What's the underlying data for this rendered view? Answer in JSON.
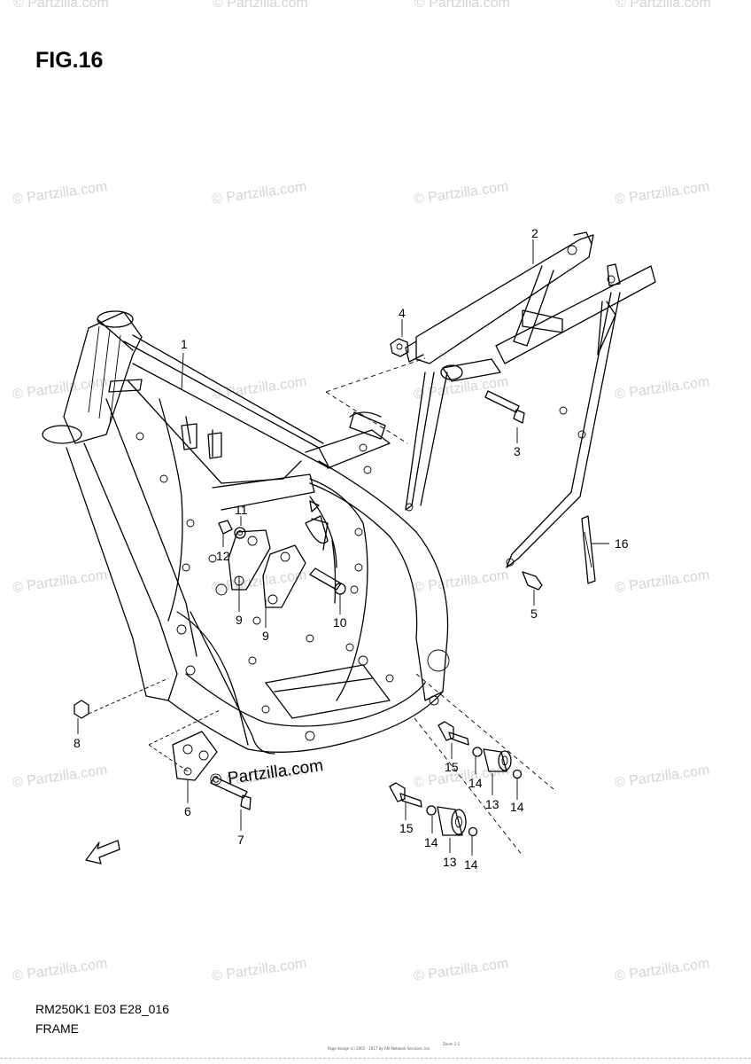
{
  "figure": {
    "title": "FIG.16",
    "code": "RM250K1 E03 E28_016",
    "name": "FRAME"
  },
  "watermark_text": "© Partzilla.com",
  "site_watermark": "Partzilla.com",
  "fwd_label": "FWD",
  "credit": {
    "line1": "Zoom 1:1",
    "line2": "Page design (c) 2001 - 2017 by ARI Network Services, Inc."
  },
  "callouts": {
    "c1": "1",
    "c2": "2",
    "c3": "3",
    "c4": "4",
    "c5": "5",
    "c6": "6",
    "c7": "7",
    "c8": "8",
    "c9a": "9",
    "c9b": "9",
    "c10": "10",
    "c11": "11",
    "c12": "12",
    "c13a": "13",
    "c13b": "13",
    "c14a": "14",
    "c14b": "14",
    "c14c": "14",
    "c14d": "14",
    "c15a": "15",
    "c15b": "15",
    "c16": "16"
  }
}
